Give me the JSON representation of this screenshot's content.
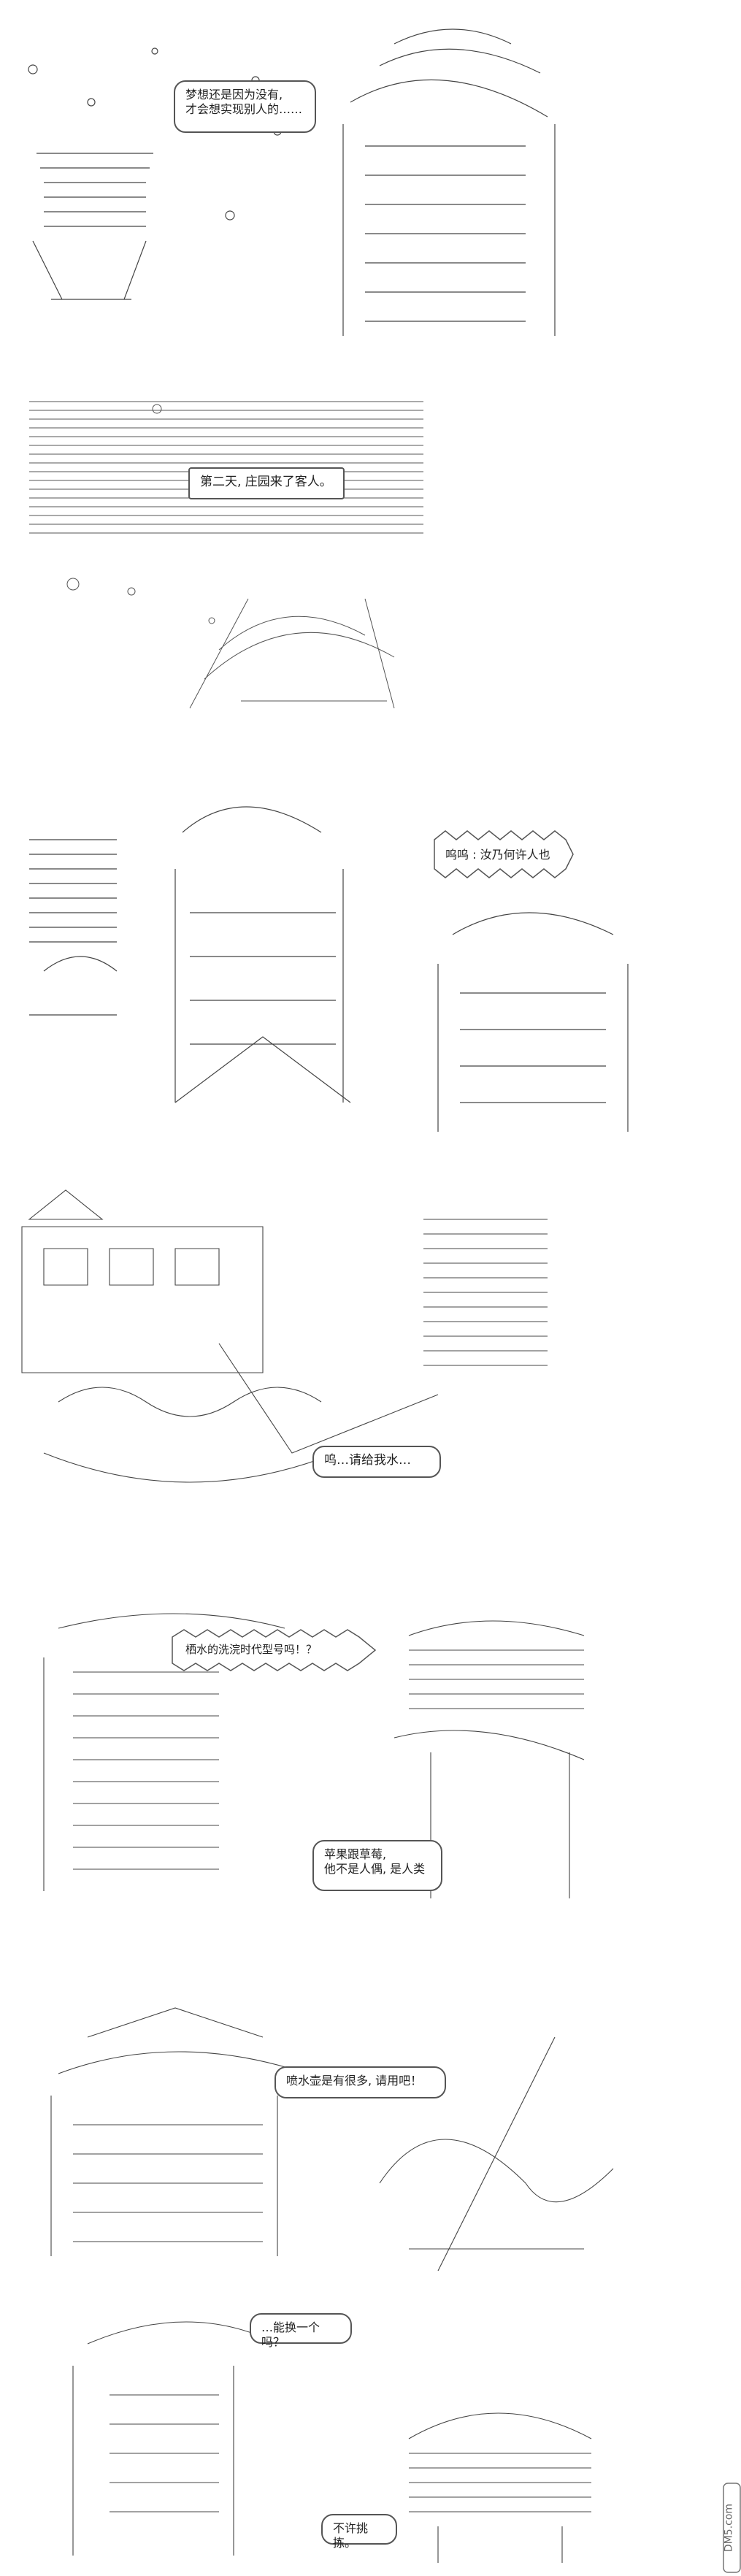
{
  "panels": [
    {
      "id": 1,
      "bubbles": [
        "梦想还是因为没有,\n才会想实现别人的……"
      ]
    },
    {
      "id": 2,
      "bubbles": [
        "第二天, 庄园来了客人。"
      ]
    },
    {
      "id": 3,
      "bubbles": [
        "呜呜 : 汝乃何许人也"
      ]
    },
    {
      "id": 4,
      "bubbles": [
        "呜…请给我水…"
      ]
    },
    {
      "id": 5,
      "bubbles": [
        "栖水的洗浣时代型号吗！？",
        "苹果跟草莓,\n他不是人偶, 是人类"
      ]
    },
    {
      "id": 6,
      "bubbles": [
        "喷水壶是有很多, 请用吧！"
      ]
    },
    {
      "id": 7,
      "bubbles": [
        "…能换一个吗？",
        "不许挑拣。"
      ]
    }
  ],
  "watermark": {
    "text": "DM5.com",
    "icon": "dm5-logo"
  }
}
